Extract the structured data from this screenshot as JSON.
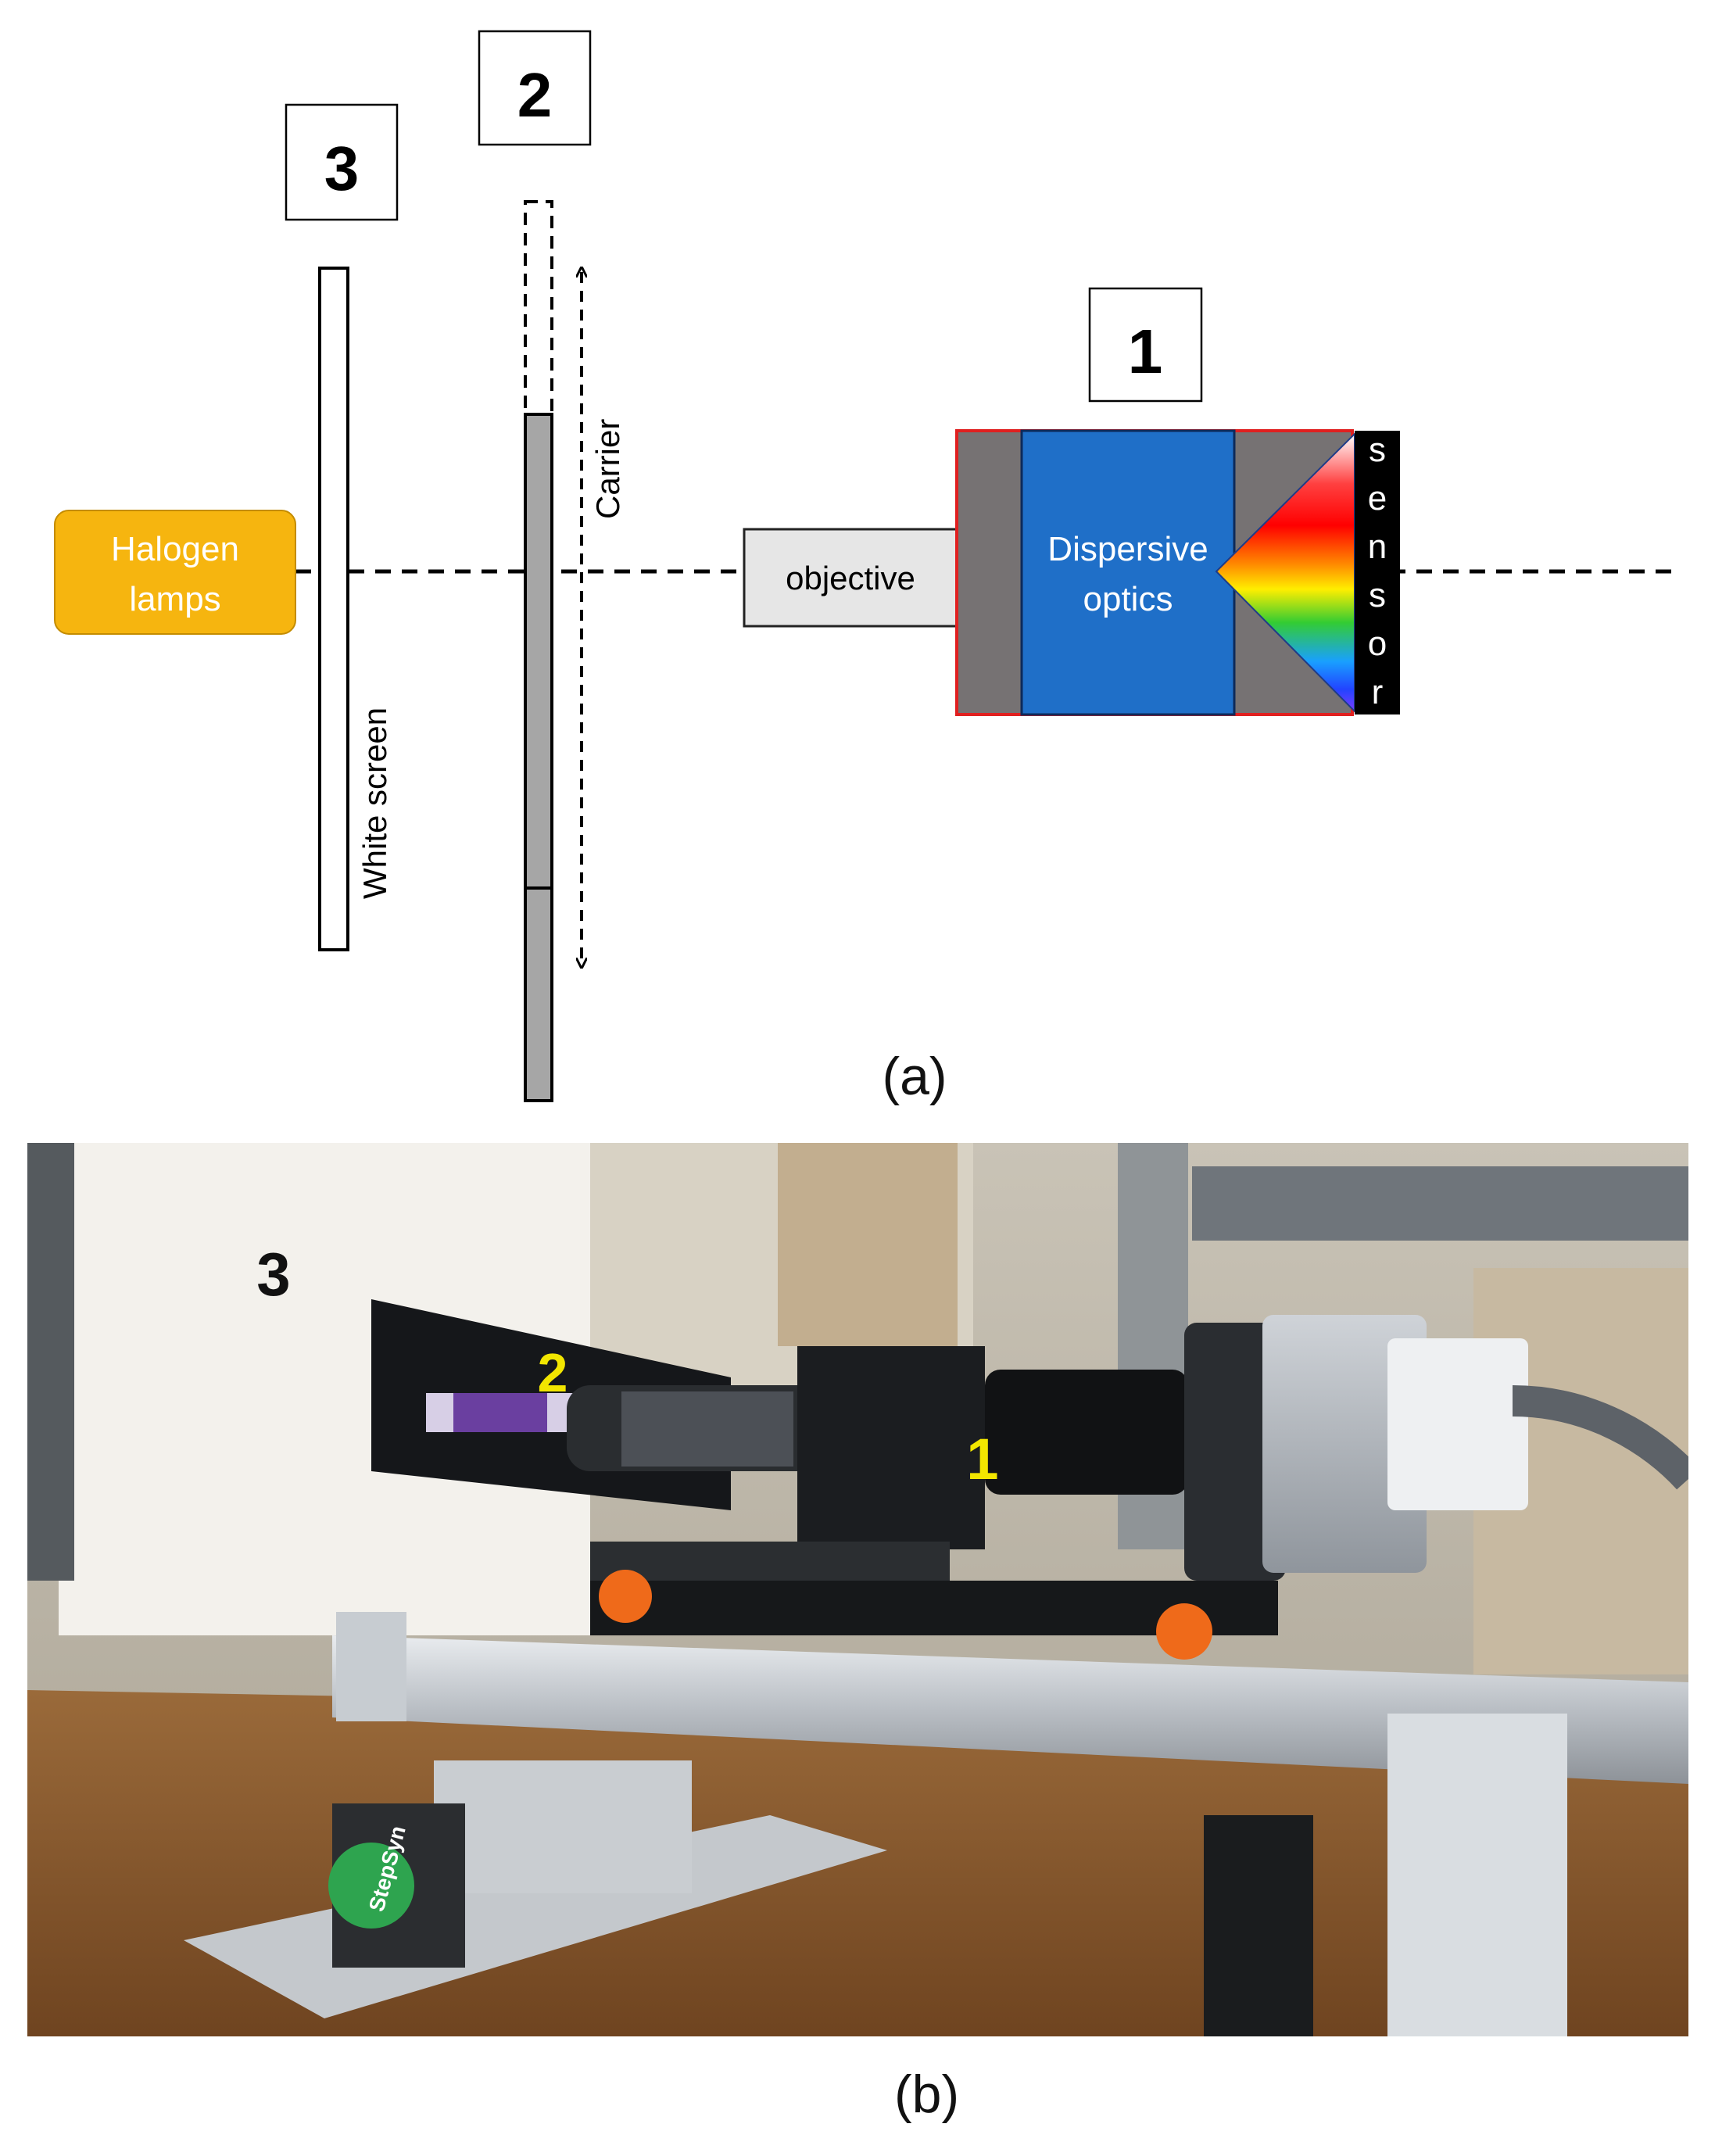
{
  "diagram": {
    "labels": {
      "camera_number": "1",
      "carrier_number": "2",
      "screen_number": "3",
      "halogen_lamps_line1": "Halogen",
      "halogen_lamps_line2": "lamps",
      "white_screen": "White screen",
      "carrier": "Carrier",
      "objective": "objective",
      "dispersive_optics_line1": "Dispersive",
      "dispersive_optics_line2": "optics",
      "sensor_letters": [
        "s",
        "e",
        "n",
        "s",
        "o",
        "r"
      ]
    },
    "caption": "(a)",
    "colors": {
      "halogen_fill": "#f6b50f",
      "optics_blue": "#1f6fc8",
      "housing_gray": "#767273",
      "housing_border": "#e02020",
      "objective_fill": "#e6e6e6",
      "carrier_gray": "#a6a6a6",
      "sensor_black": "#000000"
    }
  },
  "photo": {
    "labels": {
      "screen_number": "3",
      "carrier_number": "2",
      "camera_number": "1",
      "motor_brand": "StepSyn"
    },
    "caption": "(b)",
    "colors": {
      "label_yellow": "#f2e600",
      "label_black": "#111111",
      "knob_orange": "#ef6a1a"
    }
  }
}
